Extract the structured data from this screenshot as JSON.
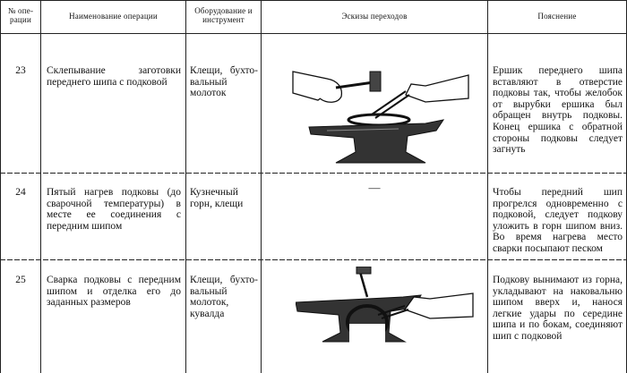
{
  "headers": {
    "op_no": "№ опе-рации",
    "op_name": "Наименование операции",
    "equipment": "Оборудование и инструмент",
    "sketch": "Эскизы переходов",
    "note": "Пояснение"
  },
  "rows": [
    {
      "num": "23",
      "name": "Склепывание заготовки переднего шипа с подковой",
      "equipment": "Клещи, бухто-вальный молоток",
      "sketch": "",
      "note": "Ершик переднего шипа вставляют в отверстие подковы так, чтобы желобок от вырубки ершика был обращен внутрь подковы. Конец ершика с обратной стороны подковы следует загнуть"
    },
    {
      "num": "24",
      "name": "Пятый нагрев подковы (до сварочной температуры) в месте ее соединения с передним шипом",
      "equipment": "Кузнечный горн, клещи",
      "sketch": "—",
      "note": "Чтобы передний шип прогрелся одновременно с подковой, следует подкову уложить в горн шипом вниз. Во время нагрева место сварки посыпают песком"
    },
    {
      "num": "25",
      "name": "Сварка подковы с передним шипом и отделка его до заданных размеров",
      "equipment": "Клещи, бухто-вальный молоток, кувалда",
      "sketch": "",
      "note": "Подкову вынимают из горна, укладывают на наковальню шипом вверх и, нанося легкие удары по середине шипа и по бокам, соединяют шип с подковой"
    }
  ]
}
